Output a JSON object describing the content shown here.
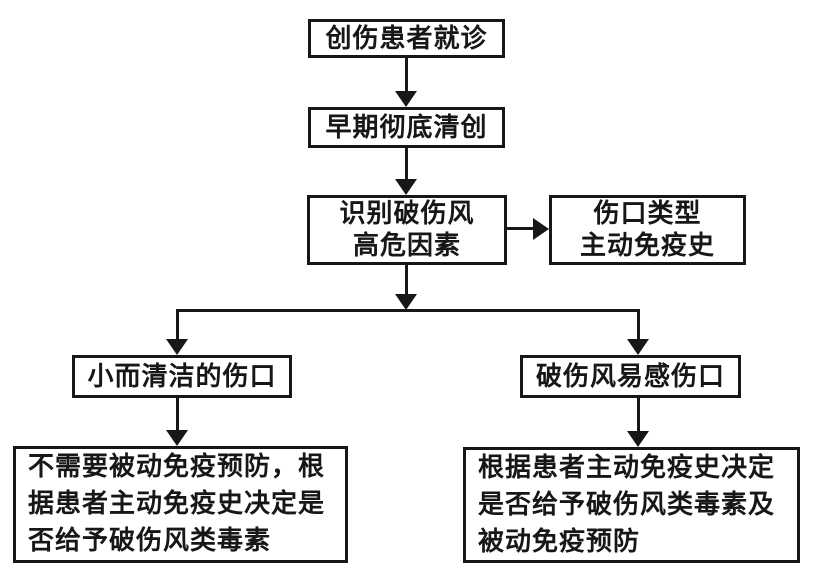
{
  "diagram": {
    "type": "flowchart",
    "language": "zh-CN",
    "topic": "tetanus-wound-management-pathway",
    "colors": {
      "background": "#ffffff",
      "box_fill": "#ffffff",
      "border": "#171717",
      "text": "#171717",
      "arrow": "#171717"
    },
    "nodes": {
      "visit": {
        "text": "创伤患者就诊"
      },
      "debride": {
        "text": "早期彻底清创"
      },
      "identify": {
        "lines": [
          "识别破伤风",
          "高危因素"
        ]
      },
      "side_info": {
        "lines": [
          "伤口类型",
          "主动免疫史"
        ]
      },
      "clean_wound": {
        "text": "小而清洁的伤口"
      },
      "prone_wound": {
        "text": "破伤风易感伤口"
      },
      "clean_outcome": {
        "lines": [
          "不需要被动免疫预防，根",
          "据患者主动免疫史决定是",
          "否给予破伤风类毒素"
        ]
      },
      "prone_outcome": {
        "lines": [
          "根据患者主动免疫史决定",
          "是否给予破伤风类毒素及",
          "被动免疫预防"
        ]
      }
    },
    "edges": [
      "visit -> debride",
      "debride -> identify",
      "identify -> side_info",
      "identify -> clean_wound",
      "identify -> prone_wound",
      "clean_wound -> clean_outcome",
      "prone_wound -> prone_outcome"
    ]
  }
}
